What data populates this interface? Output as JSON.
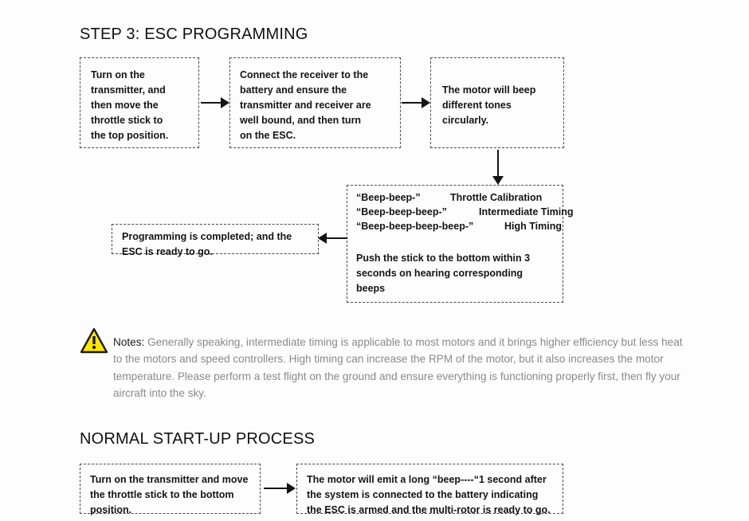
{
  "sections": {
    "step3": {
      "heading": "STEP 3: ESC PROGRAMMING",
      "boxes": {
        "transmitter": "Turn on the\ntransmitter, and\nthen move the\nthrottle stick to\nthe top position.",
        "receiver": "Connect the receiver to the\nbattery and ensure the\ntransmitter and receiver are\nwell bound, and then turn\non the ESC.",
        "motor_beep": "The motor will beep\ndifferent tones\ncircularly.",
        "programming_done": "Programming is completed; and the\nESC is ready to go.",
        "push_stick": "Push the stick to the bottom within 3\nseconds on hearing corresponding\nbeeps"
      },
      "beep_legend": [
        {
          "sound": "“Beep-beep-”",
          "meaning": "Throttle Calibration"
        },
        {
          "sound": "“Beep-beep-beep-”",
          "meaning": "Intermediate Timing"
        },
        {
          "sound": "“Beep-beep-beep-beep-”",
          "meaning": "High Timing"
        }
      ]
    },
    "notes": {
      "icon": "warning-triangle-icon",
      "label": "Notes:",
      "body": "Generally speaking, intermediate timing is applicable to most motors and it brings higher efficiency but less heat to the motors and speed controllers. High timing can increase the RPM of the motor, but it also increases the motor temperature. Please perform a test flight on the ground and ensure everything is functioning properly first, then fly your aircraft into the sky."
    },
    "startup": {
      "heading": "NORMAL START-UP PROCESS",
      "boxes": {
        "step1": "Turn on the transmitter and move\nthe throttle stick to the bottom\nposition.",
        "step2": "The motor will emit a long “beep----“1 second after\nthe system is connected to the battery indicating\nthe ESC is armed and the multi-rotor is ready to go."
      }
    }
  },
  "colors": {
    "background": "#fdfdfd",
    "text": "#141414",
    "notes_text": "#8a8a8a",
    "box_border": "#4a4a4a",
    "warning_fill": "#ffe500",
    "warning_stroke": "#1a1a1a"
  }
}
